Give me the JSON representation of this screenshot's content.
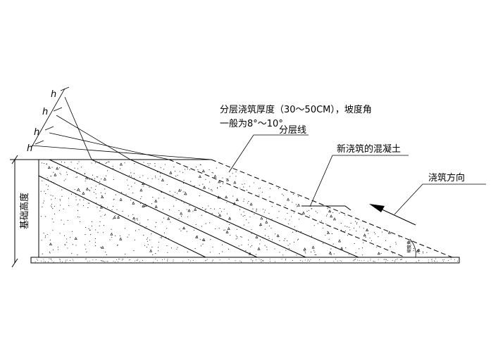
{
  "labels": {
    "thickness_line1": "分层浇筑厚度（30～50CM），坡度角",
    "thickness_line2": "一般为8°～10°",
    "layer_line": "分层线",
    "new_concrete": "新浇筑的混凝土",
    "direction": "浇筑方向",
    "foundation_height": "基础高度",
    "slope_angle": "坡度角",
    "h": "h"
  },
  "colors": {
    "ink": "#000000",
    "background": "#ffffff"
  }
}
